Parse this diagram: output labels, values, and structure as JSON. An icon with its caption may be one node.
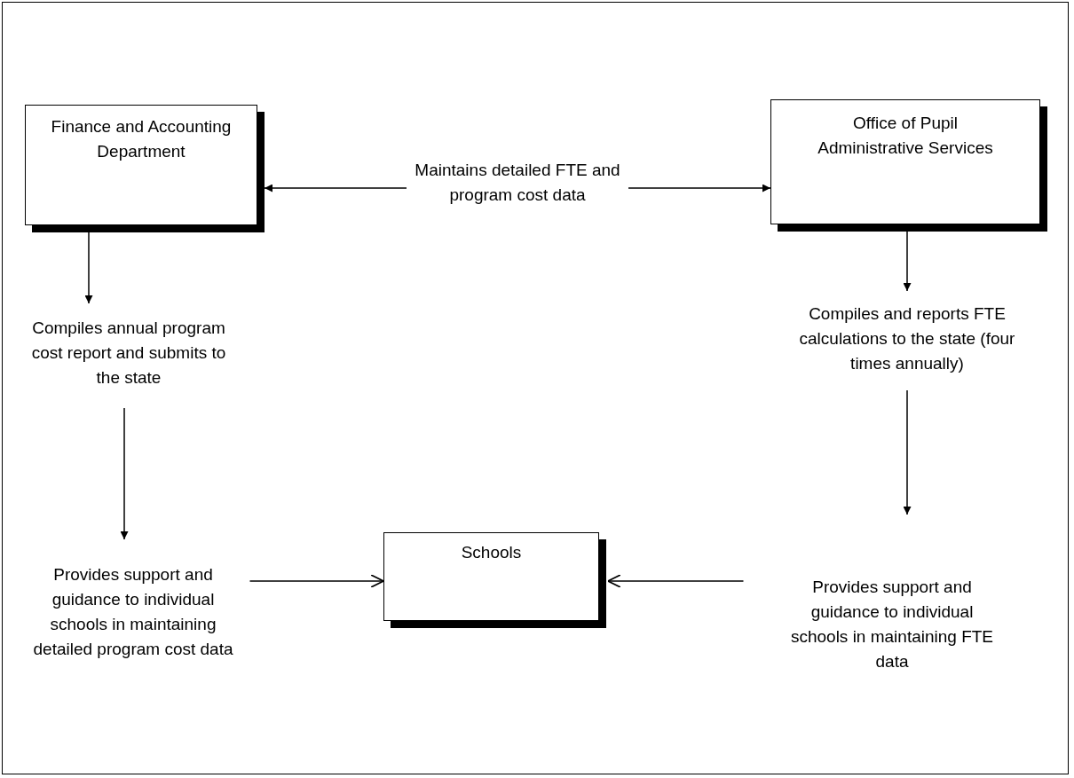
{
  "diagram": {
    "nodes": [
      {
        "text": [
          "Finance and Accounting Department"
        ]
      },
      {
        "text": [
          "Office of Pupil Administrative Services"
        ]
      },
      {
        "text": [
          "Maintains detailed FTE and program cost data"
        ]
      },
      {
        "text": [
          "Compiles annual program cost report and submits to the state"
        ]
      },
      {
        "text": [
          "Compiles and reports FTE calculations to the state (four times annually)"
        ]
      },
      {
        "text": [
          "Provides support and guidance to individual schools in maintaining detailed program cost data"
        ]
      },
      {
        "text": [
          "Schools"
        ]
      },
      {
        "text": [
          "Provides support and guidance to individual schools in maintaining FTE data"
        ]
      }
    ],
    "edges": [
      {
        "from": 2,
        "to": 0,
        "arrow": "to"
      },
      {
        "from": 2,
        "to": 1,
        "arrow": "to"
      },
      {
        "from": 0,
        "to": 3,
        "arrow": "to"
      },
      {
        "from": 1,
        "to": 4,
        "arrow": "to"
      },
      {
        "from": 3,
        "to": 5,
        "arrow": "to"
      },
      {
        "from": 4,
        "to": 7,
        "arrow": "to"
      },
      {
        "from": 5,
        "to": 6,
        "arrow": "to"
      },
      {
        "from": 7,
        "to": 6,
        "arrow": "to"
      }
    ]
  }
}
